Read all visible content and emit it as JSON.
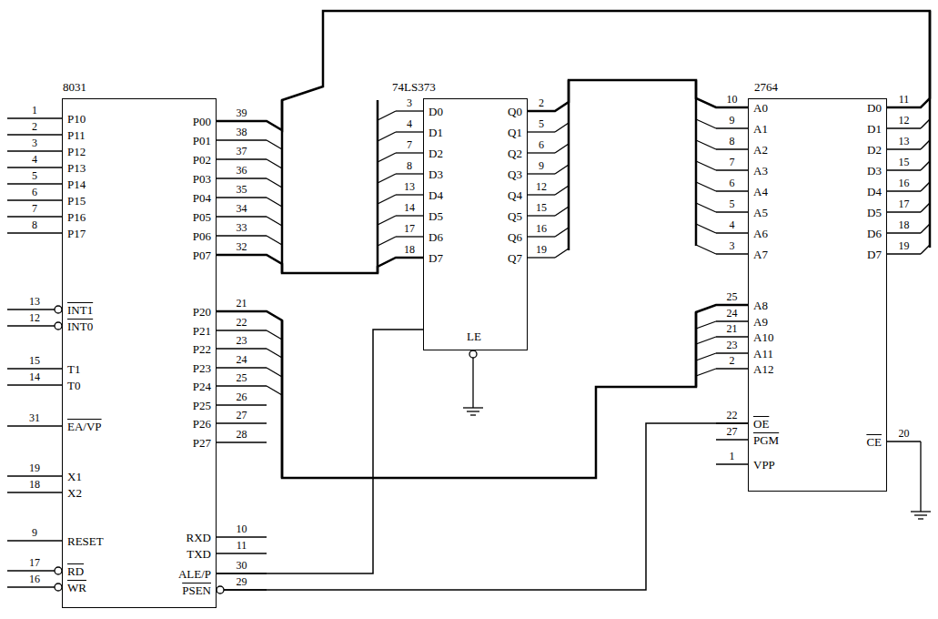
{
  "diagram": {
    "nodes": [
      {
        "text": [
          "8031",
          "P10",
          "P11",
          "P12",
          "P13",
          "P14",
          "P15",
          "P16",
          "P17",
          "INT1",
          "INT0",
          "T1",
          "T0",
          "EA/VP",
          "X1",
          "X2",
          "RESET",
          "RD",
          "WR",
          "P00",
          "P01",
          "P02",
          "P03",
          "P04",
          "P05",
          "P06",
          "P07",
          "P20",
          "P21",
          "P22",
          "P23",
          "P24",
          "P25",
          "P26",
          "P27",
          "RXD",
          "TXD",
          "ALE/P",
          "PSEN"
        ]
      },
      {
        "text": [
          "74LS373",
          "D0",
          "D1",
          "D2",
          "D3",
          "D4",
          "D5",
          "D6",
          "D7",
          "Q0",
          "Q1",
          "Q2",
          "Q3",
          "Q4",
          "Q5",
          "Q6",
          "Q7",
          "LE"
        ]
      },
      {
        "text": [
          "2764",
          "A0",
          "A1",
          "A2",
          "A3",
          "A4",
          "A5",
          "A6",
          "A7",
          "A8",
          "A9",
          "A10",
          "A11",
          "A12",
          "OE",
          "PGM",
          "VPP",
          "CE",
          "D0",
          "D1",
          "D2",
          "D3",
          "D4",
          "D5",
          "D6",
          "D7"
        ]
      }
    ],
    "edges": [
      {
        "from": 0,
        "to": 1,
        "arrow": "none"
      },
      {
        "from": 0,
        "to": 2,
        "arrow": "none"
      },
      {
        "from": 1,
        "to": 2,
        "arrow": "none"
      },
      {
        "from": 0,
        "to": 2,
        "arrow": "none"
      },
      {
        "from": 0,
        "to": 1,
        "arrow": "none"
      },
      {
        "from": 0,
        "to": 2,
        "arrow": "none"
      }
    ],
    "labels": [
      "1",
      "2",
      "3",
      "4",
      "5",
      "6",
      "7",
      "8",
      "13",
      "12",
      "15",
      "14",
      "31",
      "19",
      "18",
      "9",
      "17",
      "16",
      "39",
      "38",
      "37",
      "36",
      "35",
      "34",
      "33",
      "32",
      "21",
      "22",
      "23",
      "24",
      "25",
      "26",
      "27",
      "28",
      "10",
      "11",
      "30",
      "29",
      "3",
      "4",
      "7",
      "8",
      "13",
      "14",
      "17",
      "18",
      "2",
      "5",
      "6",
      "9",
      "12",
      "15",
      "16",
      "19",
      "10",
      "9",
      "8",
      "7",
      "6",
      "5",
      "4",
      "3",
      "25",
      "24",
      "21",
      "23",
      "2",
      "22",
      "27",
      "1",
      "20",
      "11",
      "12",
      "13",
      "15",
      "16",
      "17",
      "18",
      "19"
    ]
  }
}
